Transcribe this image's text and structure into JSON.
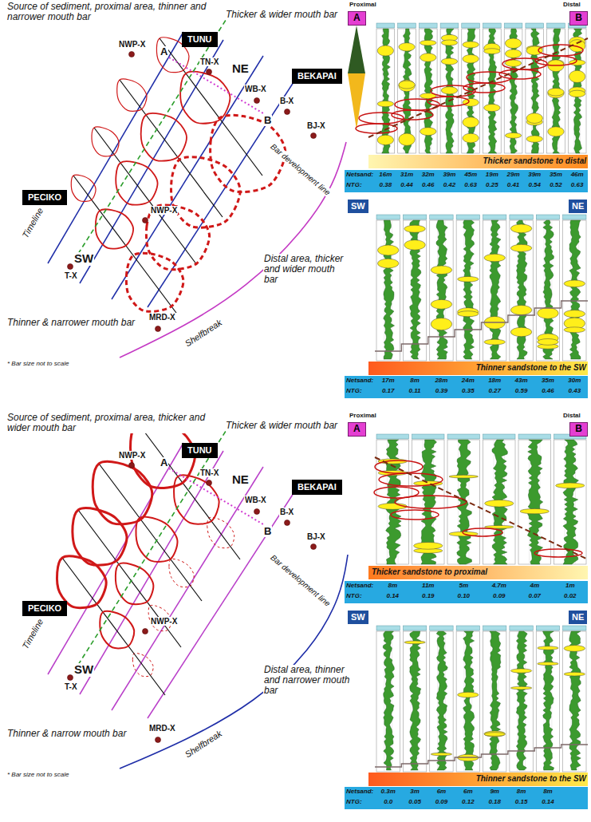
{
  "diagram": {
    "nodes": [
      {
        "text": [
          "TUNU"
        ]
      },
      {
        "text": [
          "BEKAPAI"
        ]
      },
      {
        "text": [
          "PECIKO"
        ]
      },
      {
        "text": [
          "A"
        ]
      },
      {
        "text": [
          "B"
        ]
      },
      {
        "text": [
          "SW"
        ]
      },
      {
        "text": [
          "NE"
        ]
      },
      {
        "text": [
          "TUNU"
        ]
      },
      {
        "text": [
          "BEKAPAI"
        ]
      },
      {
        "text": [
          "PECIKO"
        ]
      },
      {
        "text": [
          "A"
        ]
      },
      {
        "text": [
          "B"
        ]
      },
      {
        "text": [
          "SW"
        ]
      },
      {
        "text": [
          "NE"
        ]
      }
    ],
    "labels": [
      "Source of sediment, proximal area, thinner and narrower mouth bar",
      "Thicker & wider mouth bar",
      "TN-X",
      "NE",
      "A",
      "NWP-X",
      "WB-X",
      "B-X",
      "B",
      "BJ-X",
      "Bar development line",
      "Timeline",
      "SW",
      "NWP-X",
      "T-X",
      "Distal area, thicker and wider mouth bar",
      "Thinner & narrower mouth bar",
      "MRD-X",
      "Shelfbreak",
      "* Bar size not to scale",
      "Proximal",
      "Distal",
      "Thicker sandstone to distal",
      "Netsand:",
      "NTG:",
      "16m",
      "0.38",
      "31m",
      "0.44",
      "32m",
      "0.46",
      "39m",
      "0.42",
      "45m",
      "0.63",
      "19m",
      "0.25",
      "29m",
      "0.41",
      "39m",
      "0.54",
      "35m",
      "0.52",
      "46m",
      "0.63",
      "Thinner sandstone to the SW",
      "Netsand:",
      "NTG:",
      "17m",
      "0.17",
      "8m",
      "0.11",
      "28m",
      "0.39",
      "24m",
      "0.35",
      "18m",
      "0.27",
      "43m",
      "0.59",
      "35m",
      "0.46",
      "30m",
      "0.43",
      "Source of sediment, proximal area, thicker and wider mouth bar",
      "Thicker & wider mouth bar",
      "TN-X",
      "NE",
      "A",
      "NWP-X",
      "WB-X",
      "B-X",
      "B",
      "BJ-X",
      "Bar development line",
      "Timeline",
      "SW",
      "NWP-X",
      "T-X",
      "Distal area, thinner and narrower mouth bar",
      "Thinner & narrow mouth bar",
      "MRD-X",
      "Shelfbreak",
      "* Bar size not to scale",
      "Proximal",
      "Distal",
      "Thicker sandstone to proximal",
      "Netsand:",
      "NTG:",
      "8m",
      "0.14",
      "11m",
      "0.19",
      "5m",
      "0.10",
      "4.7m",
      "0.09",
      "4m",
      "0.07",
      "1m",
      "0.02",
      "Thinner sandstone to the SW",
      "Netsand:",
      "NTG:",
      "0.3m",
      "0.0",
      "3m",
      "0.05",
      "6m",
      "0.09",
      "6m",
      "0.12",
      "9m",
      "0.18",
      "8m",
      "0.15",
      "8m",
      "0.14"
    ]
  }
}
